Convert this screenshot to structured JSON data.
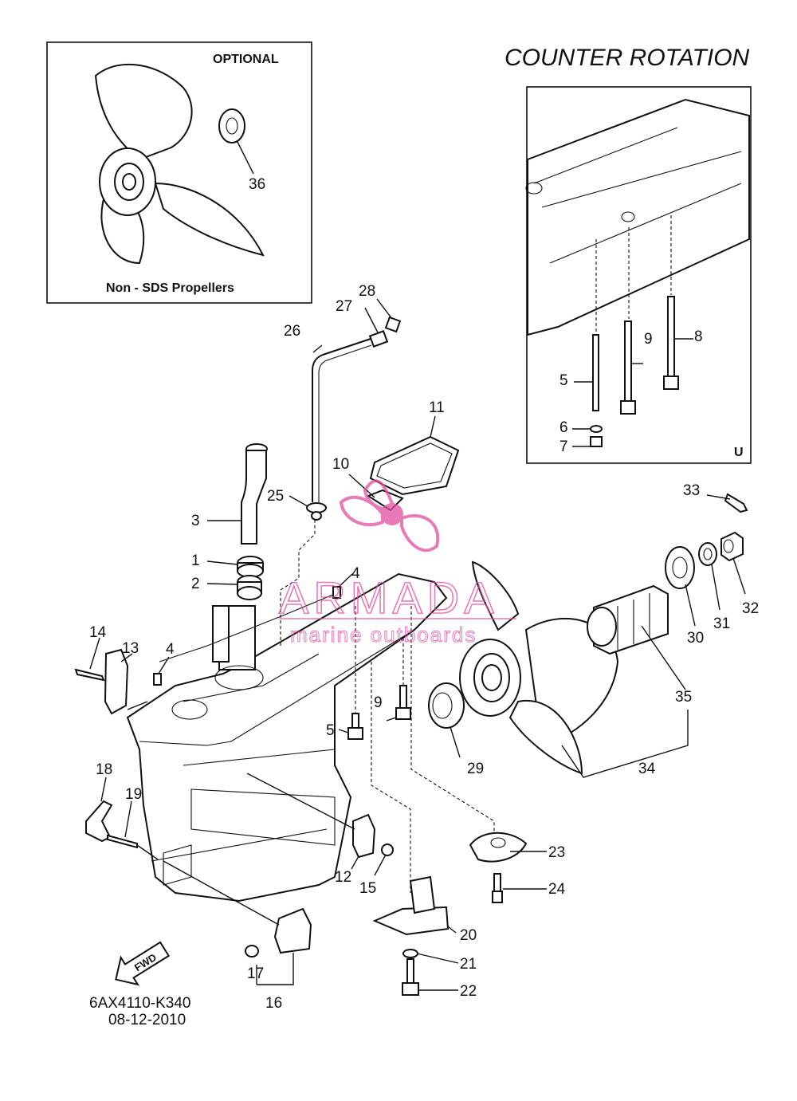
{
  "header": {
    "title": "COUNTER ROTATION"
  },
  "optional_box": {
    "title": "OPTIONAL",
    "caption": "Non - SDS Propellers",
    "part_label": "36"
  },
  "detail_box": {
    "variant_letter": "U",
    "labels": [
      "8",
      "9",
      "5",
      "6",
      "7"
    ]
  },
  "watermark": {
    "brand": "ARMADA",
    "tagline": "marine outboards",
    "color": "#e04fa0"
  },
  "footer": {
    "drawing_code": "6AX4110-K340",
    "date": "08-12-2010",
    "fwd_label": "FWD"
  },
  "callouts": {
    "p1": "1",
    "p2": "2",
    "p3": "3",
    "p4a": "4",
    "p4b": "4",
    "p5": "5",
    "p9": "9",
    "p10": "10",
    "p11": "11",
    "p12": "12",
    "p13": "13",
    "p14": "14",
    "p15": "15",
    "p16": "16",
    "p17": "17",
    "p18": "18",
    "p19": "19",
    "p20": "20",
    "p21": "21",
    "p22": "22",
    "p23": "23",
    "p24": "24",
    "p25": "25",
    "p26": "26",
    "p27": "27",
    "p28": "28",
    "p29": "29",
    "p30": "30",
    "p31": "31",
    "p32": "32",
    "p33": "33",
    "p34": "34",
    "p35": "35"
  }
}
